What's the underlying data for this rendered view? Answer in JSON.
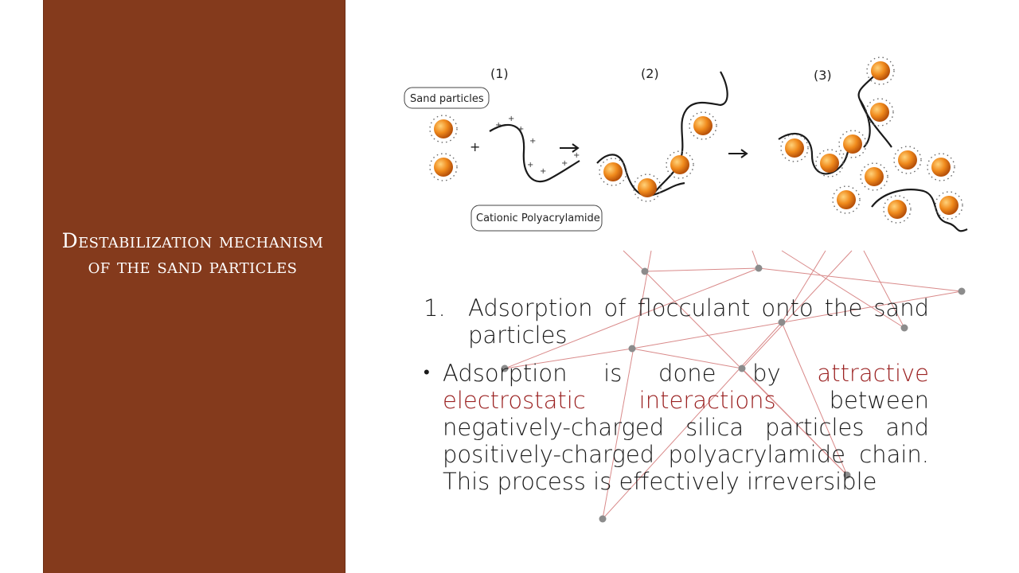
{
  "slide": {
    "title": "Destabilization mechanism of the sand particles"
  },
  "diagram": {
    "step_labels": [
      "(1)",
      "(2)",
      "(3)"
    ],
    "label_sand": "Sand particles",
    "label_cpam": "Cationic Polyacrylamide",
    "plus_sign": "+",
    "colors": {
      "particle": "#f08a1c",
      "chain": "#1a1a1a",
      "network_line": "#d98a8a",
      "network_node": "#8c8c8c"
    }
  },
  "body": {
    "numbered": {
      "number": "1.",
      "text": "Adsorption of flocculant onto the sand particles"
    },
    "bullet": {
      "symbol": "•",
      "text_before": "Adsorption is done by",
      "highlight": "attractive electrostatic interactions",
      "text_after": "between negatively-charged silica particles and positively-charged polyacrylamide chain. This process is effectively irreversible"
    }
  }
}
